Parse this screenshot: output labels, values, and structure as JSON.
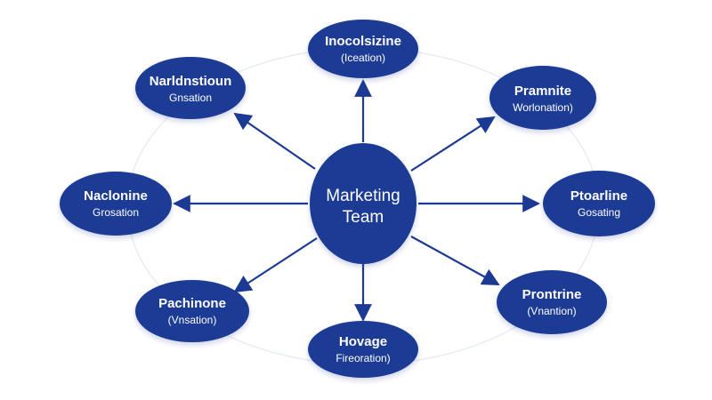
{
  "diagram": {
    "center": {
      "line1": "Marketing",
      "line2": "Team"
    },
    "nodes": [
      {
        "title": "Inocolsizine",
        "subtitle": "(Iceation)"
      },
      {
        "title": "Pramnite",
        "subtitle": "Worlonation)"
      },
      {
        "title": "Ptoarline",
        "subtitle": "Gosating"
      },
      {
        "title": "Prontrine",
        "subtitle": "(Vnantion)"
      },
      {
        "title": "Hovage",
        "subtitle": "Fireoration)"
      },
      {
        "title": "Pachinone",
        "subtitle": "(Vnsation)"
      },
      {
        "title": "Naclonine",
        "subtitle": "Grosation"
      },
      {
        "title": "Narldnstioun",
        "subtitle": "Gnsation"
      }
    ],
    "colors": {
      "node_fill": "#1c3a94",
      "arrow": "#1c3a94",
      "ring": "#e8ecf5"
    }
  }
}
